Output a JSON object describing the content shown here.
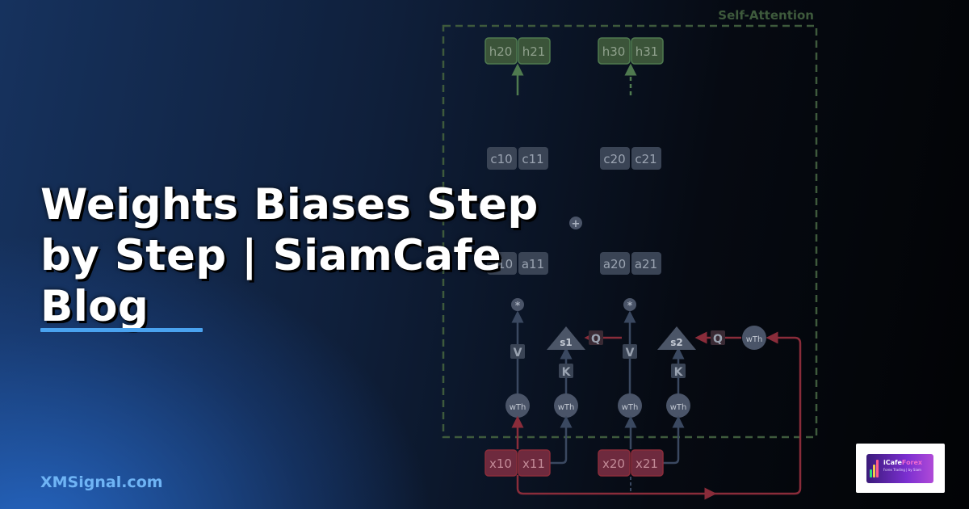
{
  "post": {
    "title": "Weights Biases Step by Step | SiamCafe Blog",
    "site": "XMSignal.com"
  },
  "logo": {
    "brand_main": "iCafe",
    "brand_accent": "Forex",
    "tagline": "Forex Trading | by Siam"
  },
  "diagram": {
    "frame_label": "Self-Attention",
    "hidden_outputs": [
      [
        "h20",
        "h21"
      ],
      [
        "h30",
        "h31"
      ]
    ],
    "context": [
      [
        "c10",
        "c11"
      ],
      [
        "c20",
        "c21"
      ]
    ],
    "attention": [
      [
        "a10",
        "a11"
      ],
      [
        "a20",
        "a21"
      ]
    ],
    "inputs": [
      [
        "x10",
        "x11"
      ],
      [
        "x20",
        "x21"
      ]
    ],
    "plus_symbol": "+",
    "mult_symbol": "*",
    "v_label": "V",
    "k_label": "K",
    "q_label": "Q",
    "score_labels": [
      "s1",
      "s2"
    ],
    "weight_label": "wTh",
    "colors": {
      "frame": "#3e5a3c",
      "output": "#3b5439",
      "box": "#3a4455",
      "input": "#6e2a3e",
      "arrow_green": "#4f7a4f",
      "arrow_red": "#8a2c3a",
      "arrow_blue": "#3a4860",
      "circle": "#4a5468",
      "score": "#4b5567"
    }
  }
}
